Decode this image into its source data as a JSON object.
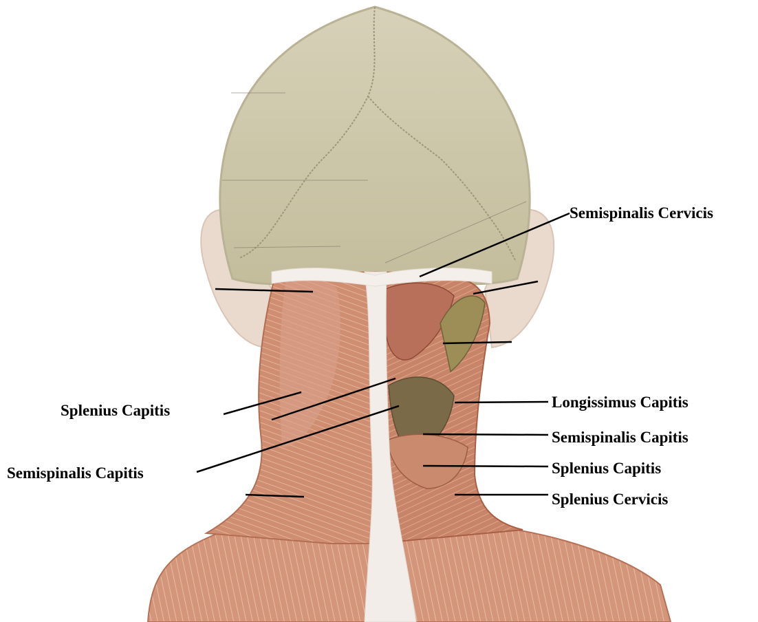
{
  "labels": {
    "semispinalis_cervicis": "Semispinalis Cervicis",
    "splenius_capitis_left": "Splenius Capitis",
    "semispinalis_capitis_left": "Semispinalis Capitis",
    "longissimus_capitis": "Longissimus Capitis",
    "semispinalis_capitis_right": "Semispinalis Capitis",
    "splenius_capitis_right": "Splenius Capitis",
    "splenius_cervicis": "Splenius Cervicis"
  },
  "colors": {
    "skull": "#cfc9ad",
    "muscle": "#d29478",
    "muscle_dark": "#a8624a",
    "tendon": "#f1ece6",
    "ear": "#e6d6c8",
    "leader": "#000000"
  }
}
